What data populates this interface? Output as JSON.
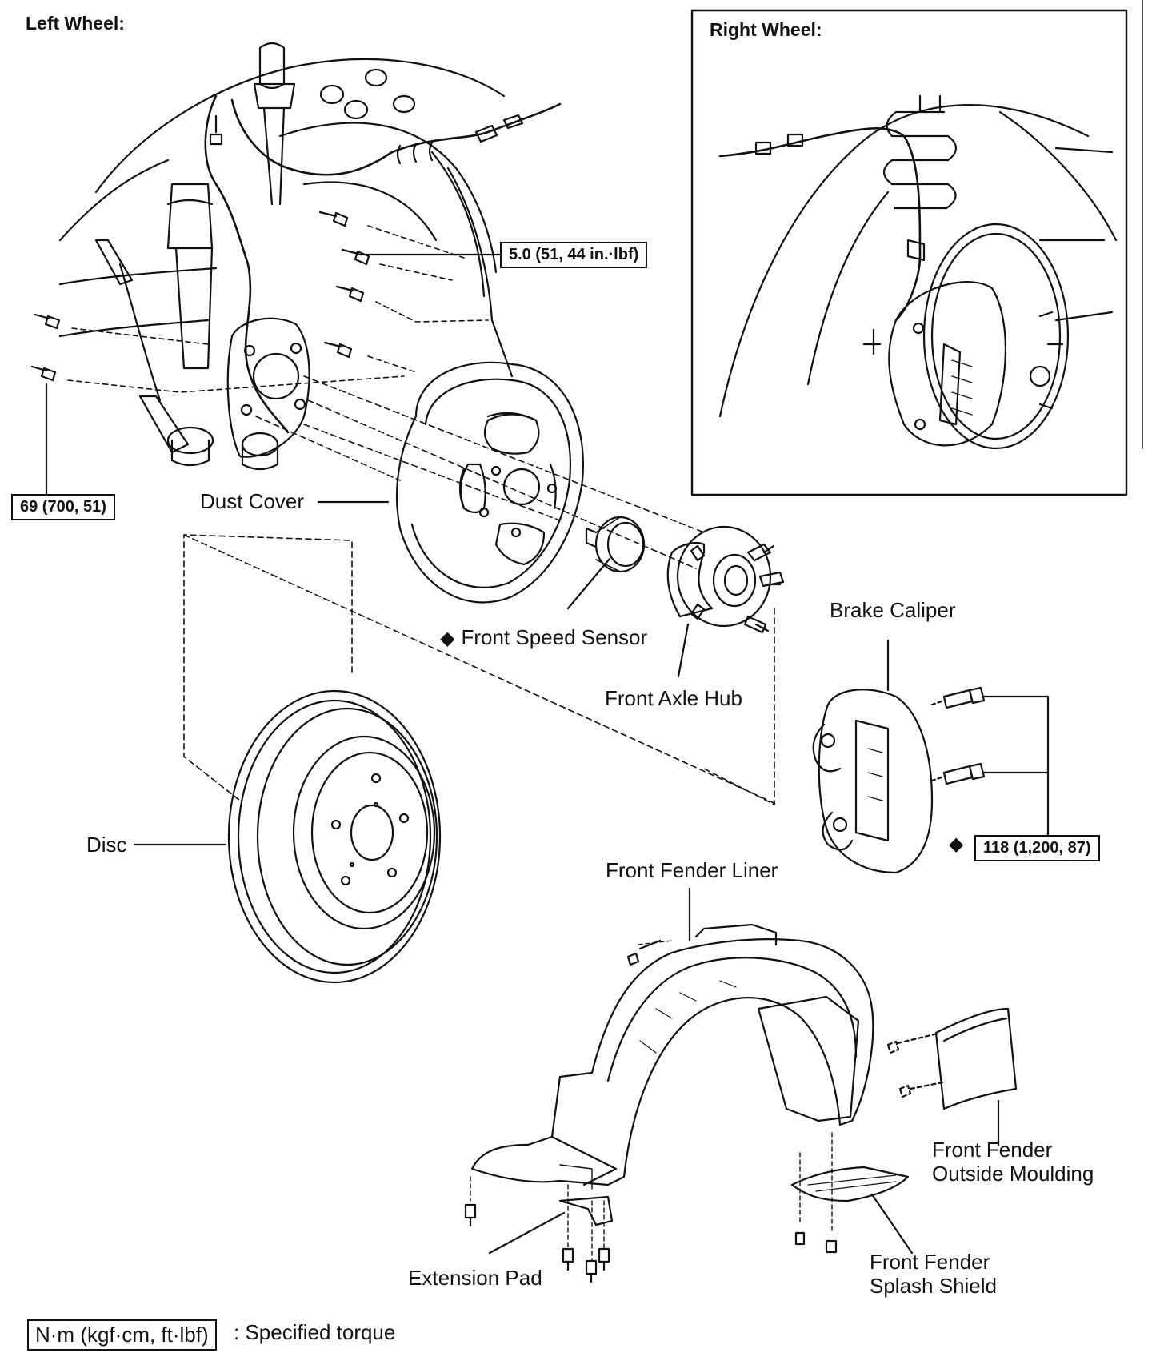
{
  "headers": {
    "left": "Left Wheel:",
    "right": "Right Wheel:"
  },
  "torques": {
    "speed_sensor": "5.0 (51, 44 in.·lbf)",
    "knuckle": "69 (700, 51)",
    "caliper": "118 (1,200, 87)"
  },
  "labels": {
    "dust_cover": "Dust Cover",
    "front_speed_sensor": "Front Speed Sensor",
    "front_axle_hub": "Front Axle Hub",
    "brake_caliper": "Brake Caliper",
    "disc": "Disc",
    "front_fender_liner": "Front Fender Liner",
    "fender_moulding_line1": "Front Fender",
    "fender_moulding_line2": "Outside Moulding",
    "splash_shield_line1": "Front Fender",
    "splash_shield_line2": "Splash Shield",
    "extension_pad": "Extension Pad"
  },
  "symbols": {
    "non_reusable": "◆"
  },
  "legend": {
    "unit": "N·m (kgf·cm, ft·lbf)",
    "text": ": Specified torque"
  }
}
